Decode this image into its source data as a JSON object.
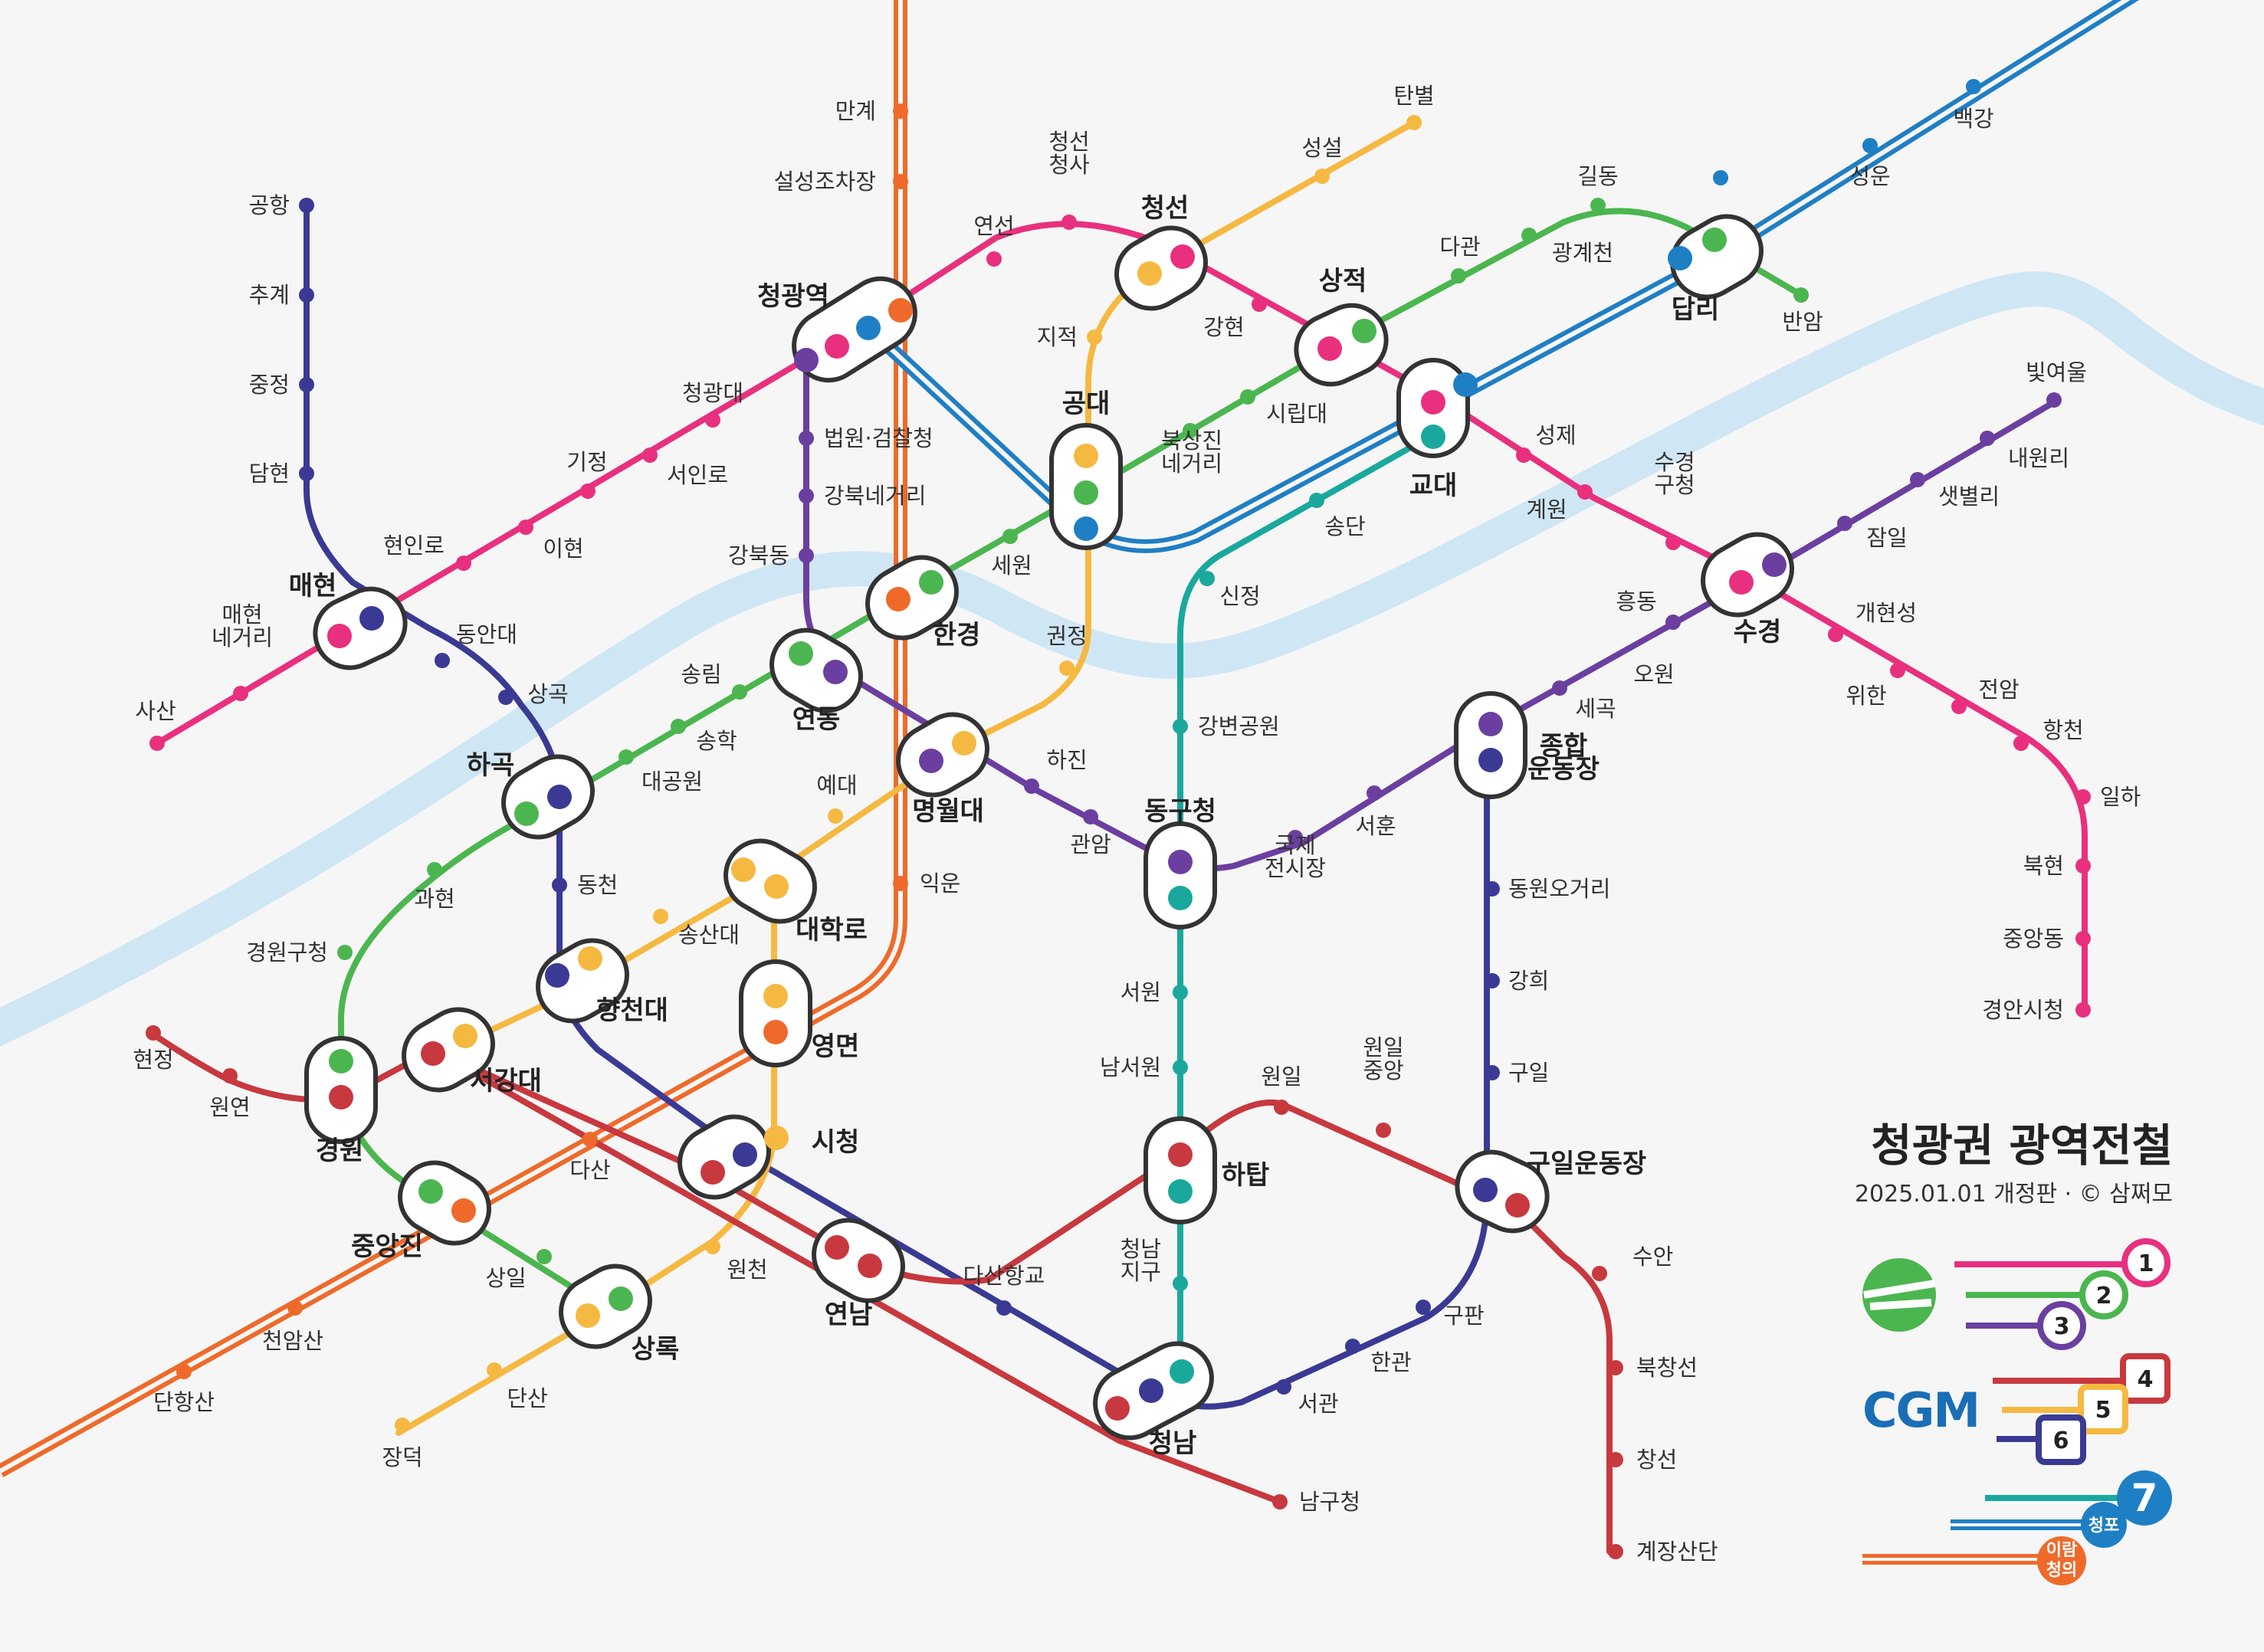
{
  "title": "청광권 광역전철",
  "subtitle": "2025.01.01 개정판 · © 삼쩌모",
  "legend": {
    "brand": "CGM",
    "badges": [
      "1",
      "2",
      "3",
      "4",
      "5",
      "6",
      "7"
    ],
    "line7_tag": "청포",
    "airport_tag_1": "이람",
    "airport_tag_2": "청의"
  },
  "colors": {
    "line1": "#e8307e",
    "line2": "#4bb64f",
    "line3": "#6b3fa0",
    "line4": "#c8383f",
    "line5": "#f5b942",
    "line6": "#3a3a94",
    "line7": "#1f7fc4",
    "teal": "#1aa89d",
    "orange": "#ef6a2a",
    "river": "#cfe6f5"
  },
  "stations": [
    {
      "id": "mangye",
      "name": "만계"
    },
    {
      "id": "seolseong",
      "name": "설성조차장"
    },
    {
      "id": "cheongseon_cheongsa",
      "name": "청선\n청사"
    },
    {
      "id": "tanbyeol",
      "name": "탄별"
    },
    {
      "id": "seongseol",
      "name": "성설"
    },
    {
      "id": "yeonseon",
      "name": "연선"
    },
    {
      "id": "cheongseon",
      "name": "청선"
    },
    {
      "id": "cheonggwangyeok",
      "name": "청광역"
    },
    {
      "id": "gonghang",
      "name": "공항"
    },
    {
      "id": "chugye",
      "name": "추계"
    },
    {
      "id": "jungjeong",
      "name": "중정"
    },
    {
      "id": "damhyeon",
      "name": "담현"
    },
    {
      "id": "maehyeon",
      "name": "매현"
    },
    {
      "id": "maehyeon_negeori",
      "name": "매현\n네거리"
    },
    {
      "id": "sasan",
      "name": "사산"
    },
    {
      "id": "hyeoninro",
      "name": "현인로"
    },
    {
      "id": "ihyeon",
      "name": "이현"
    },
    {
      "id": "gijeong",
      "name": "기정"
    },
    {
      "id": "seoinro",
      "name": "서인로"
    },
    {
      "id": "cheonggwangdae",
      "name": "청광대"
    },
    {
      "id": "beobwon",
      "name": "법원·검찰청"
    },
    {
      "id": "gangbuk_negeori",
      "name": "강북네거리"
    },
    {
      "id": "gangbukdong",
      "name": "강북동"
    },
    {
      "id": "jijeok",
      "name": "지적"
    },
    {
      "id": "gongdae",
      "name": "공대"
    },
    {
      "id": "gangsan",
      "name": "강현"
    },
    {
      "id": "sangjeok",
      "name": "상적"
    },
    {
      "id": "dagwan",
      "name": "다관"
    },
    {
      "id": "gildong",
      "name": "길동"
    },
    {
      "id": "gwanggyecheon",
      "name": "광계천"
    },
    {
      "id": "dapri",
      "name": "답리"
    },
    {
      "id": "banam",
      "name": "반암"
    },
    {
      "id": "seongun",
      "name": "성운"
    },
    {
      "id": "baekgang",
      "name": "백강"
    },
    {
      "id": "siripdae",
      "name": "시립대"
    },
    {
      "id": "buksangjin",
      "name": "북상진\n네거리"
    },
    {
      "id": "gyodae",
      "name": "교대"
    },
    {
      "id": "seongje",
      "name": "성제"
    },
    {
      "id": "gyewon",
      "name": "계원"
    },
    {
      "id": "sugyeong_gucheong",
      "name": "수경\n구청"
    },
    {
      "id": "sugyeong",
      "name": "수경"
    },
    {
      "id": "bityeoul",
      "name": "빛여울"
    },
    {
      "id": "naewonri",
      "name": "내원리"
    },
    {
      "id": "saetbyeolli",
      "name": "샛별리"
    },
    {
      "id": "jamil",
      "name": "잠일"
    },
    {
      "id": "gaehyeonseong",
      "name": "개현성"
    },
    {
      "id": "wihan",
      "name": "위한"
    },
    {
      "id": "jeonam",
      "name": "전암"
    },
    {
      "id": "hangcheon",
      "name": "항천"
    },
    {
      "id": "ilha",
      "name": "일하"
    },
    {
      "id": "bukhyeon",
      "name": "북현"
    },
    {
      "id": "jungangdong",
      "name": "중앙동"
    },
    {
      "id": "gyeongan",
      "name": "경안시청"
    },
    {
      "id": "sewon",
      "name": "세원"
    },
    {
      "id": "songdan",
      "name": "송단"
    },
    {
      "id": "sinjeong",
      "name": "신정"
    },
    {
      "id": "hangyeong",
      "name": "한경"
    },
    {
      "id": "gwonjeong",
      "name": "권정"
    },
    {
      "id": "yeondong",
      "name": "연동"
    },
    {
      "id": "myeongwoldae",
      "name": "명월대"
    },
    {
      "id": "hajin",
      "name": "하진"
    },
    {
      "id": "gwanam",
      "name": "관암"
    },
    {
      "id": "dongantdae",
      "name": "동안대"
    },
    {
      "id": "sanggok",
      "name": "상곡"
    },
    {
      "id": "songrim",
      "name": "송림"
    },
    {
      "id": "songhak",
      "name": "송학"
    },
    {
      "id": "daegongwon",
      "name": "대공원"
    },
    {
      "id": "hagok",
      "name": "하곡"
    },
    {
      "id": "gangbyeon",
      "name": "강변공원"
    },
    {
      "id": "donggucheong",
      "name": "동구청"
    },
    {
      "id": "heungdong",
      "name": "흥동"
    },
    {
      "id": "owon",
      "name": "오원"
    },
    {
      "id": "sejeok",
      "name": "세곡"
    },
    {
      "id": "jonghap",
      "name": "종합\n운동장"
    },
    {
      "id": "seohun",
      "name": "서훈"
    },
    {
      "id": "gukje",
      "name": "국제\n전시장"
    },
    {
      "id": "yedae",
      "name": "예대"
    },
    {
      "id": "daehakro",
      "name": "대학로"
    },
    {
      "id": "iun",
      "name": "익운"
    },
    {
      "id": "gwahyeon",
      "name": "과현"
    },
    {
      "id": "dongcheon",
      "name": "동천"
    },
    {
      "id": "gyeongwon_gucheong",
      "name": "경원구청"
    },
    {
      "id": "songsandae",
      "name": "송산대"
    },
    {
      "id": "hyangcheondae",
      "name": "향천대"
    },
    {
      "id": "yeongmyeon",
      "name": "영면"
    },
    {
      "id": "dongwon_ogeori",
      "name": "동원오거리"
    },
    {
      "id": "ganghui",
      "name": "강희"
    },
    {
      "id": "guil",
      "name": "구일"
    },
    {
      "id": "hyeonjeong",
      "name": "현정"
    },
    {
      "id": "wonyeon",
      "name": "원연"
    },
    {
      "id": "seogangdae",
      "name": "서강대"
    },
    {
      "id": "gyeongwon",
      "name": "경원"
    },
    {
      "id": "seowon",
      "name": "서원"
    },
    {
      "id": "namseowon",
      "name": "남서원"
    },
    {
      "id": "wonil",
      "name": "원일"
    },
    {
      "id": "wonil_jungang",
      "name": "원일\n중앙"
    },
    {
      "id": "guil_undongjang",
      "name": "구일운동장"
    },
    {
      "id": "dasan",
      "name": "다산"
    },
    {
      "id": "sicheong",
      "name": "시청"
    },
    {
      "id": "hatap",
      "name": "하탑"
    },
    {
      "id": "jungangjin",
      "name": "중앙진"
    },
    {
      "id": "sangil",
      "name": "상일"
    },
    {
      "id": "wonchen",
      "name": "원천"
    },
    {
      "id": "yeonnam",
      "name": "연남"
    },
    {
      "id": "dasanhanggyo",
      "name": "다산항교"
    },
    {
      "id": "cheongnam_jigu",
      "name": "청남\n지구"
    },
    {
      "id": "suan",
      "name": "수안"
    },
    {
      "id": "gupan",
      "name": "구판"
    },
    {
      "id": "hangwan",
      "name": "한관"
    },
    {
      "id": "seogwan",
      "name": "서관"
    },
    {
      "id": "cheongnam",
      "name": "청남"
    },
    {
      "id": "bukchangseon",
      "name": "북창선"
    },
    {
      "id": "changseon",
      "name": "창선"
    },
    {
      "id": "gyejangsandan",
      "name": "계장산단"
    },
    {
      "id": "namgucheong",
      "name": "남구청"
    },
    {
      "id": "sangnok",
      "name": "상록"
    },
    {
      "id": "dansan",
      "name": "단산"
    },
    {
      "id": "cheonamsan",
      "name": "천암산"
    },
    {
      "id": "danhangsan",
      "name": "단항산"
    },
    {
      "id": "jangdeok",
      "name": "장덕"
    }
  ]
}
